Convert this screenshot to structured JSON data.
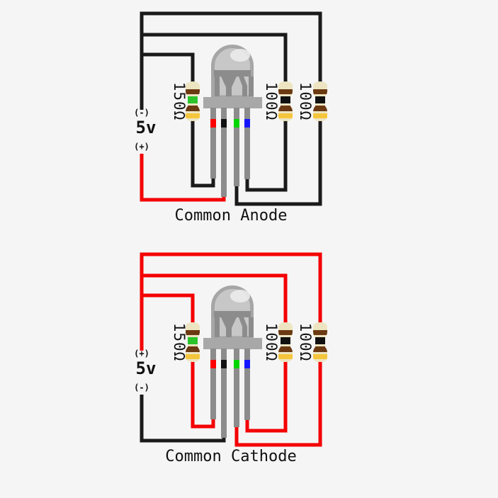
{
  "app": {
    "background": "#f5f5f5"
  },
  "colors": {
    "wire_black": "#1a1a1a",
    "wire_red": "#f40000",
    "resistor_body": "#ede5c2",
    "band_brown": "#6b3a12",
    "band_gold": "#f5c63c",
    "led_body_gray": "#c7c7c7"
  },
  "diagrams": [
    {
      "id": "common-anode",
      "title": "Common Anode",
      "supply": {
        "top_sign": "(-)",
        "voltage": "5v",
        "bottom_sign": "(+)"
      },
      "wire_main_color": "#1a1a1a",
      "wire_common_color": "#f40000",
      "resistors": [
        {
          "label": "150Ω",
          "bands": [
            "#6b3a12",
            "#2bc42b",
            "#6b3a12",
            "#f5c63c"
          ]
        },
        {
          "label": "100Ω",
          "bands": [
            "#6b3a12",
            "#111111",
            "#6b3a12",
            "#f5c63c"
          ]
        },
        {
          "label": "100Ω",
          "bands": [
            "#6b3a12",
            "#111111",
            "#6b3a12",
            "#f5c63c"
          ]
        }
      ],
      "legs": [
        {
          "channel": "red",
          "band_color": "#ff0000"
        },
        {
          "channel": "common-anode",
          "band_color": "#111111"
        },
        {
          "channel": "green",
          "band_color": "#00d500"
        },
        {
          "channel": "blue",
          "band_color": "#1414ff"
        }
      ]
    },
    {
      "id": "common-cathode",
      "title": "Common Cathode",
      "supply": {
        "top_sign": "(+)",
        "voltage": "5v",
        "bottom_sign": "(-)"
      },
      "wire_main_color": "#f40000",
      "wire_common_color": "#1a1a1a",
      "resistors": [
        {
          "label": "150Ω",
          "bands": [
            "#6b3a12",
            "#2bc42b",
            "#6b3a12",
            "#f5c63c"
          ]
        },
        {
          "label": "100Ω",
          "bands": [
            "#6b3a12",
            "#111111",
            "#6b3a12",
            "#f5c63c"
          ]
        },
        {
          "label": "100Ω",
          "bands": [
            "#6b3a12",
            "#111111",
            "#6b3a12",
            "#f5c63c"
          ]
        }
      ],
      "legs": [
        {
          "channel": "red",
          "band_color": "#ff0000"
        },
        {
          "channel": "common-cathode",
          "band_color": "#111111"
        },
        {
          "channel": "green",
          "band_color": "#00d500"
        },
        {
          "channel": "blue",
          "band_color": "#1414ff"
        }
      ]
    }
  ]
}
